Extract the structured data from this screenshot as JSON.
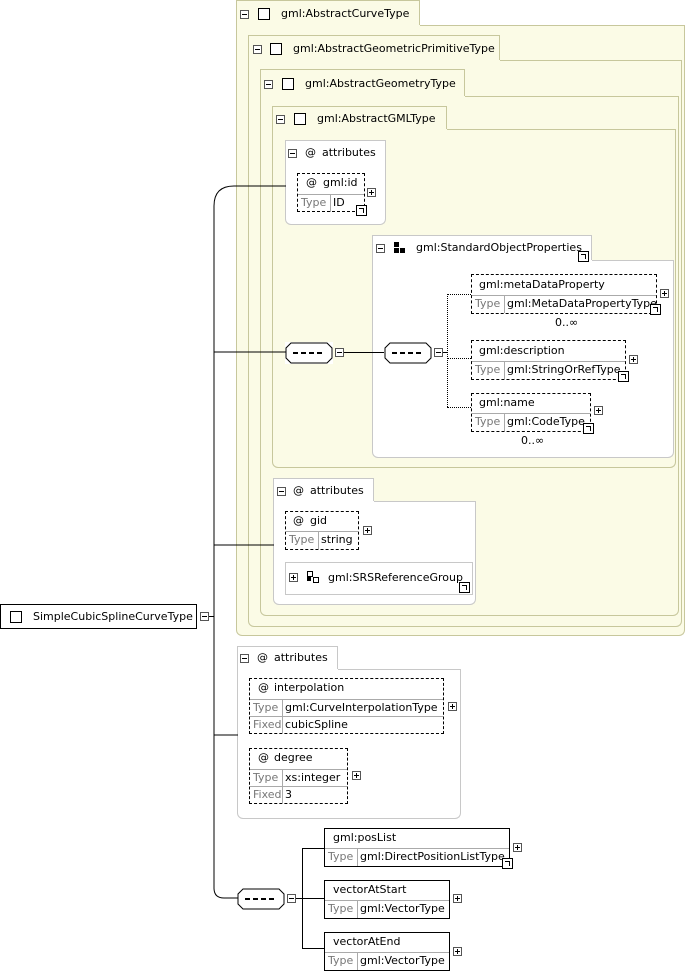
{
  "root": {
    "label": "SimpleCubicSplineCurveType"
  },
  "curve_type": {
    "label": "gml:AbstractCurveType"
  },
  "geom_primitive": {
    "label": "gml:AbstractGeometricPrimitiveType"
  },
  "geometry_type": {
    "label": "gml:AbstractGeometryType"
  },
  "gml_type": {
    "label": "gml:AbstractGMLType"
  },
  "gml_attrs": {
    "title": "attributes",
    "id": {
      "name": "gml:id",
      "type_key": "Type",
      "type_val": "ID"
    }
  },
  "std_props": {
    "label": "gml:StandardObjectProperties",
    "elements": [
      {
        "name": "gml:metaDataProperty",
        "type_key": "Type",
        "type_val": "gml:MetaDataPropertyType",
        "occurs": "0..∞"
      },
      {
        "name": "gml:description",
        "type_key": "Type",
        "type_val": "gml:StringOrRefType",
        "occurs": ""
      },
      {
        "name": "gml:name",
        "type_key": "Type",
        "type_val": "gml:CodeType",
        "occurs": "0..∞"
      }
    ]
  },
  "geom_attrs": {
    "title": "attributes",
    "gid": {
      "name": "gid",
      "type_key": "Type",
      "type_val": "string"
    },
    "srs": {
      "label": "gml:SRSReferenceGroup"
    }
  },
  "root_attrs": {
    "title": "attributes",
    "interpolation": {
      "name": "interpolation",
      "type_key": "Type",
      "type_val": "gml:CurveInterpolationType",
      "fixed_key": "Fixed",
      "fixed_val": "cubicSpline"
    },
    "degree": {
      "name": "degree",
      "type_key": "Type",
      "type_val": "xs:integer",
      "fixed_key": "Fixed",
      "fixed_val": "3"
    }
  },
  "root_seq": {
    "elements": [
      {
        "name": "gml:posList",
        "type_key": "Type",
        "type_val": "gml:DirectPositionListType"
      },
      {
        "name": "vectorAtStart",
        "type_key": "Type",
        "type_val": "gml:VectorType"
      },
      {
        "name": "vectorAtEnd",
        "type_key": "Type",
        "type_val": "gml:VectorType"
      }
    ]
  },
  "symbols": {
    "attr": "@"
  }
}
